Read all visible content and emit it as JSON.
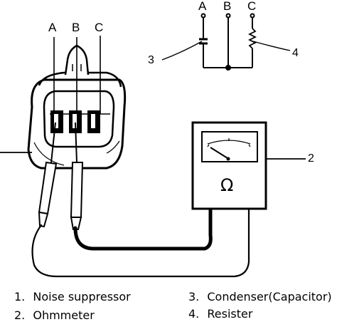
{
  "figure": {
    "terminals_plug": [
      "A",
      "B",
      "C"
    ],
    "terminals_schematic": [
      "A",
      "B",
      "C"
    ],
    "callouts": [
      "3",
      "4",
      "2"
    ],
    "ohm_symbol": "Ω"
  },
  "legend": [
    {
      "number": "1.",
      "text": "Noise suppressor"
    },
    {
      "number": "2.",
      "text": "Ohmmeter"
    },
    {
      "number": "3.",
      "text": "Condenser(Capacitor)"
    },
    {
      "number": "4.",
      "text": "Resister"
    }
  ]
}
